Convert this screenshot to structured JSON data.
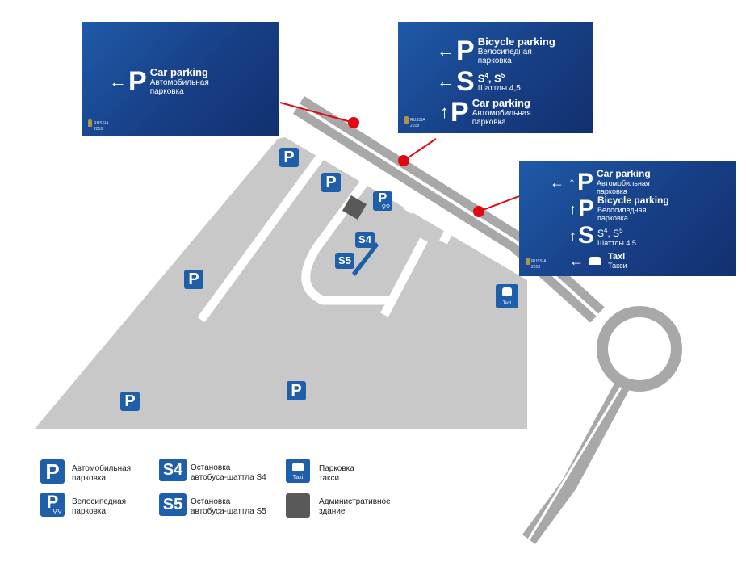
{
  "signs": {
    "left": {
      "rows": [
        {
          "arrow": "←",
          "glyph": "P",
          "en": "Car parking",
          "ru_l1": "Автомобильная",
          "ru_l2": "парковка"
        }
      ],
      "logo": [
        "RUSSIA",
        "2018"
      ]
    },
    "middle": {
      "rows": [
        {
          "arrow": "←",
          "glyph": "P",
          "en": "Bicycle parking",
          "ru_l1": "Велосипедная",
          "ru_l2": "парковка"
        },
        {
          "arrow": "←",
          "glyph": "S",
          "en_a": "S",
          "sup_a": "4",
          "en_b": ", S",
          "sup_b": "5",
          "ru_l1": "Шаттлы 4,5"
        },
        {
          "arrow": "↑",
          "glyph": "P",
          "en": "Car parking",
          "ru_l1": "Автомобильная",
          "ru_l2": "парковка"
        }
      ],
      "logo": [
        "RUSSIA",
        "2018"
      ]
    },
    "right": {
      "rows": [
        {
          "arrow": "← ↑",
          "glyph": "P",
          "en": "Car parking",
          "ru_l1": "Автомобильная",
          "ru_l2": "парковка"
        },
        {
          "arrow": "↑",
          "glyph": "P",
          "en": "Bicycle parking",
          "ru_l1": "Велосипедная",
          "ru_l2": "парковка"
        },
        {
          "arrow": "↑",
          "glyph": "S",
          "en_a": "S",
          "sup_a": "4",
          "en_b": ", S",
          "sup_b": "5",
          "ru_l1": "Шаттлы 4,5"
        },
        {
          "arrow": "←",
          "en": "Taxi",
          "ru_l1": "Такси"
        }
      ],
      "logo": [
        "RUSSIA",
        "2018"
      ]
    }
  },
  "map_icons": {
    "parking": "P",
    "stop_s4": "S4",
    "stop_s5": "S5",
    "taxi": "Taxi"
  },
  "legend": {
    "car_parking": {
      "icon": "P",
      "l1": "Автомобильная",
      "l2": "парковка"
    },
    "bicycle_parking": {
      "icon": "P",
      "l1": "Велосипедная",
      "l2": "парковка"
    },
    "stop_s4": {
      "icon": "S4",
      "l1": "Остановка",
      "l2": "автобуса-шаттла S4"
    },
    "stop_s5": {
      "icon": "S5",
      "l1": "Остановка",
      "l2": "автобуса-шаттла S5"
    },
    "taxi": {
      "icon": "Taxi",
      "l1": "Парковка",
      "l2": "такси"
    },
    "admin": {
      "l1": "Административное",
      "l2": "здание"
    }
  },
  "colors": {
    "lot": "#c8c8c8",
    "road": "#a8a8a8",
    "lane": "#ffffff",
    "sign_blue": "#1a4a96",
    "icon_blue": "#1f5ea9",
    "marker_red": "#e30613",
    "building": "#595959"
  }
}
